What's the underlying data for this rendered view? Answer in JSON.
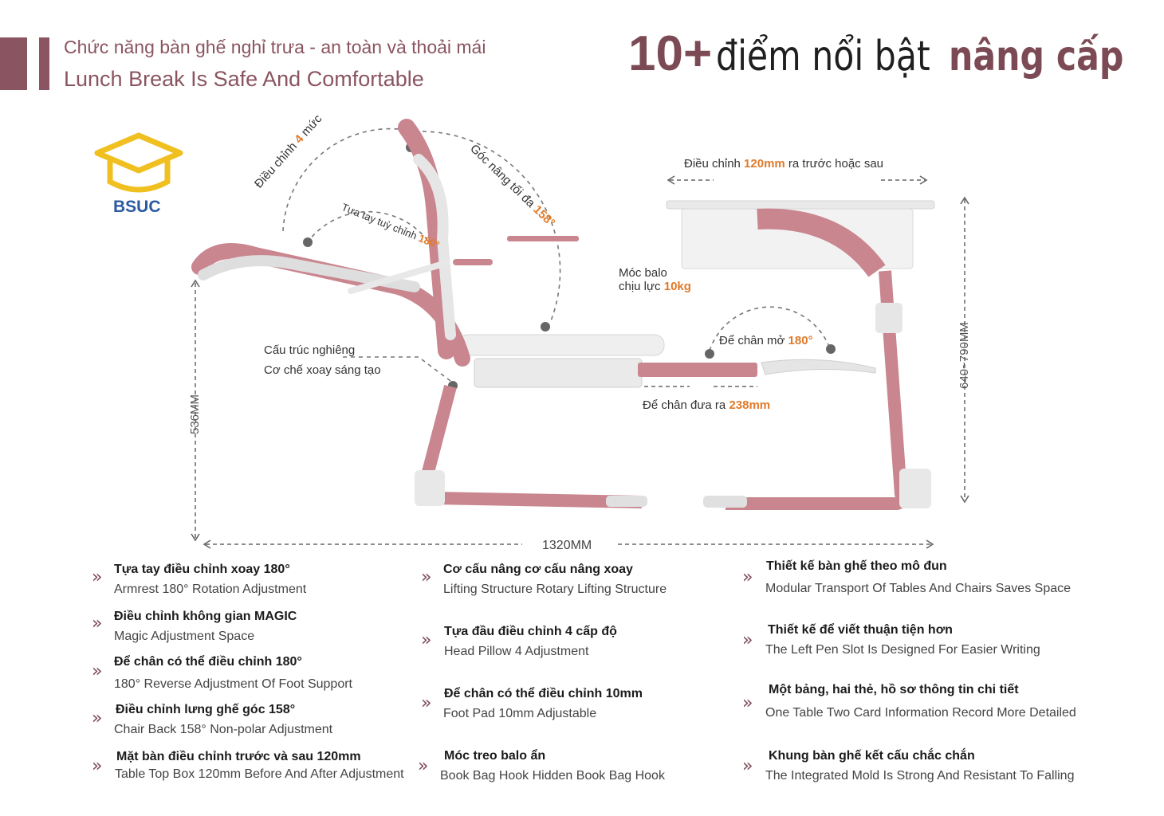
{
  "header": {
    "title_vi": "Chức năng bàn ghế nghỉ trưa - an toàn và thoải mái",
    "title_en": "Lunch Break Is Safe And Comfortable",
    "headline_number": "10+",
    "headline_middle": "điểm nổi bật",
    "headline_accent": "nâng cấp",
    "brand_color": "#7c4a55"
  },
  "logo": {
    "text": "BSUC",
    "icon": "graduation-cap-icon"
  },
  "annotations": {
    "headrest_a": "Điều chỉnh ",
    "headrest_b": "4",
    "headrest_c": " mức",
    "recline_a": "Góc nâng tối đa ",
    "recline_b": "158°",
    "armrest_a": "Tựa tay tuỳ chỉnh ",
    "armrest_b": "180°",
    "table_a": "Điều chỉnh ",
    "table_b": "120mm",
    "table_c": " ra trước hoặc sau",
    "hook_line1": "Móc balo",
    "hook_line2a": "chịu lực ",
    "hook_line2b": "10kg",
    "foot_open_a": "Để chân mở ",
    "foot_open_b": "180°",
    "structure_line1": "Cấu trúc nghiêng",
    "structure_line2": "Cơ chế xoay sáng tạo",
    "foot_extend_a": "Để chân đưa ra ",
    "foot_extend_b": "238mm",
    "dim_width": "1320MM",
    "dim_chair_height": "536MM",
    "dim_table_height": "640~790MM"
  },
  "features": [
    {
      "vi": "Tựa tay điều chỉnh xoay 180°",
      "en": "Armrest 180° Rotation Adjustment"
    },
    {
      "vi": "Điều chỉnh không gian MAGIC",
      "en": "Magic Adjustment Space"
    },
    {
      "vi": "Để chân có thể điều chỉnh 180°",
      "en": "180° Reverse Adjustment Of Foot Support"
    },
    {
      "vi": "Điều chỉnh lưng ghế góc 158°",
      "en": "Chair Back 158° Non-polar Adjustment"
    },
    {
      "vi": "Mặt bàn điều chỉnh trước và sau 120mm",
      "en": "Table Top Box 120mm Before And After Adjustment"
    },
    {
      "vi": "Cơ cấu nâng cơ cấu nâng xoay",
      "en": "Lifting Structure Rotary Lifting Structure"
    },
    {
      "vi": "Tựa đầu điều chỉnh 4 cấp độ",
      "en": "Head Pillow 4 Adjustment"
    },
    {
      "vi": "Để chân có thể điều chỉnh 10mm",
      "en": "Foot Pad 10mm Adjustable"
    },
    {
      "vi": "Móc treo balo ẩn",
      "en": "Book Bag Hook Hidden Book Bag Hook"
    },
    {
      "vi": "Thiết kế bàn ghế theo mô đun",
      "en": "Modular Transport Of Tables And Chairs Saves Space"
    },
    {
      "vi": "Thiết kế để viết thuận tiện hơn",
      "en": "The Left Pen Slot Is Designed For Easier Writing"
    },
    {
      "vi": "Một bảng, hai thẻ, hồ sơ thông tin chi tiết",
      "en": "One Table Two Card Information Record More Detailed"
    },
    {
      "vi": "Khung bàn ghế kết cấu chắc chắn",
      "en": "The Integrated Mold Is Strong And Resistant To Falling"
    }
  ],
  "feature_icon": "double-chevron-right-icon",
  "accent_color": "#e07a2a",
  "frame_color": "#c9868f"
}
